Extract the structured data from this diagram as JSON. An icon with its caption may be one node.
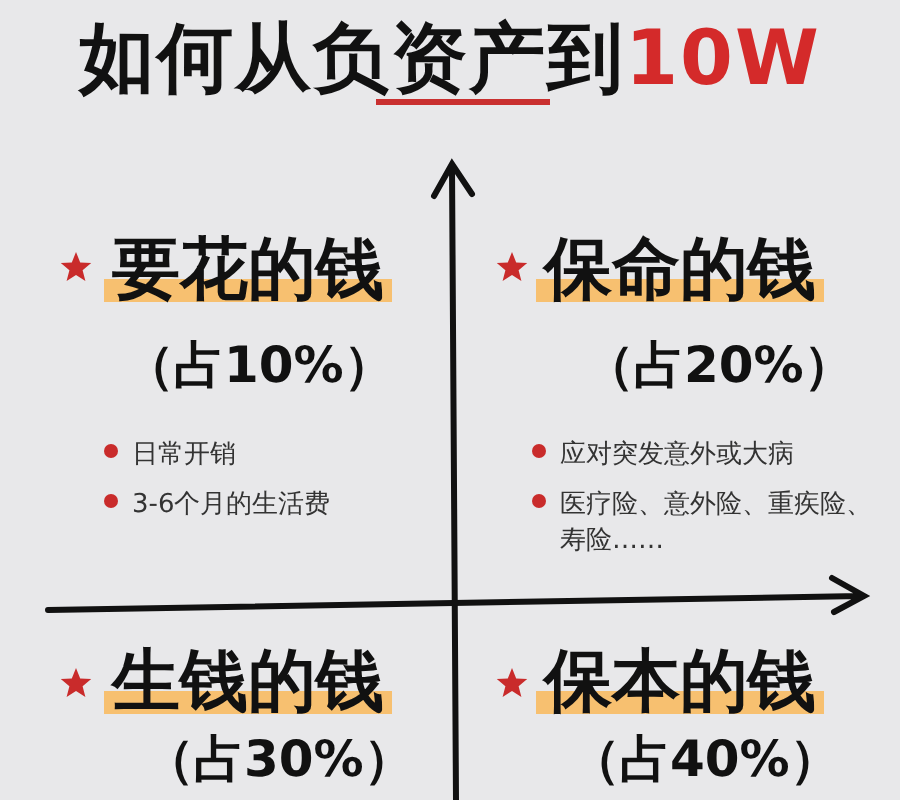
{
  "diagram": {
    "title": "如何从负资产到10W",
    "labels": [
      "要花的钱",
      "（占10%）",
      "日常开销",
      "3-6个月的生活费",
      "保命的钱",
      "（占20%）",
      "应对突发意外或大病",
      "医疗险、意外险、重疾险、寿险……",
      "生钱的钱",
      "（占30%）",
      "保本的钱",
      "（占40%）"
    ]
  }
}
